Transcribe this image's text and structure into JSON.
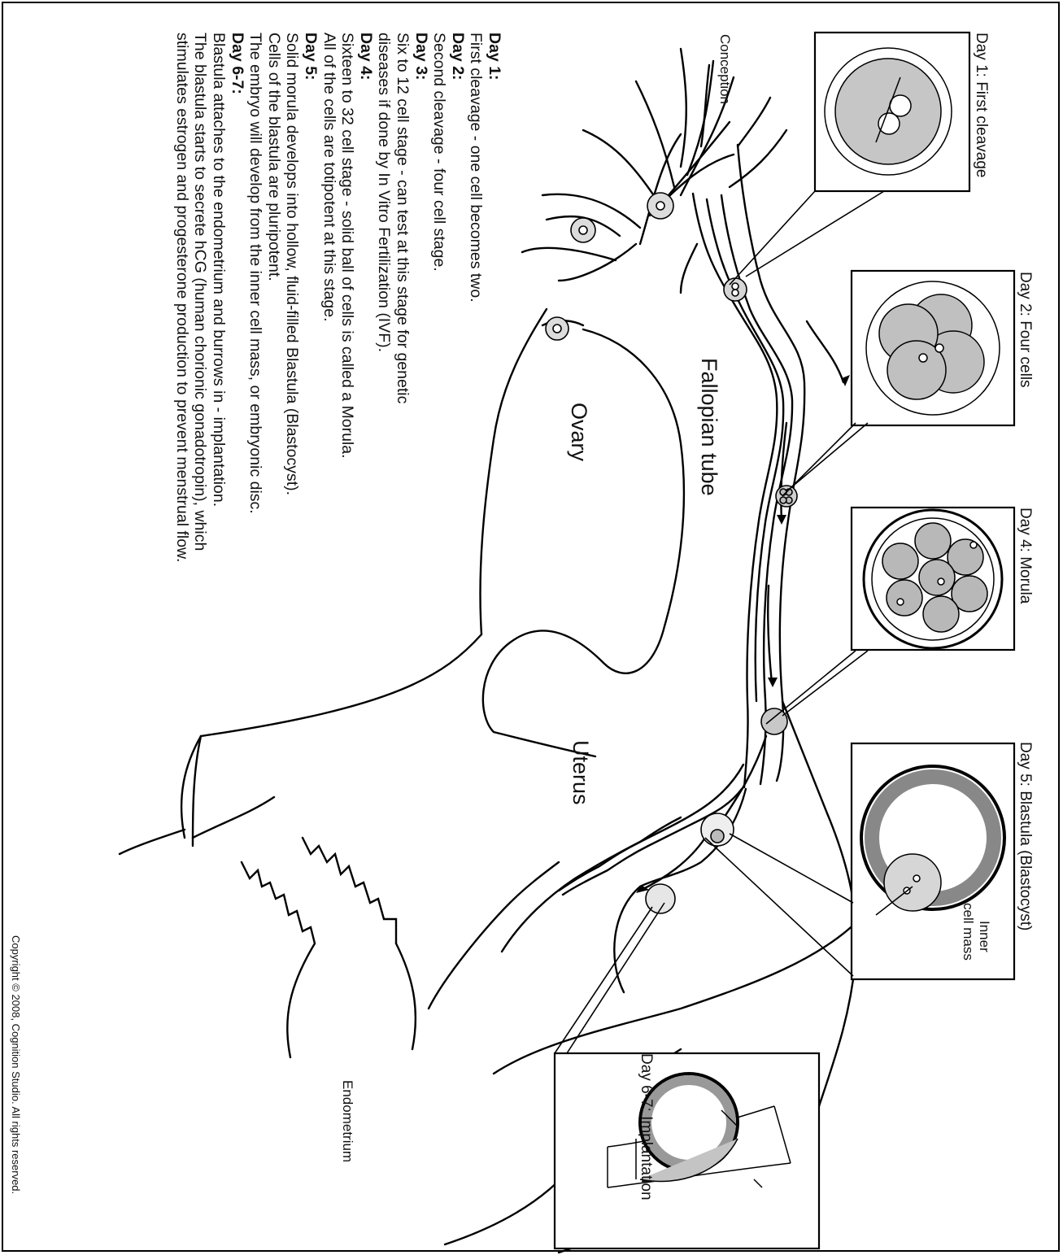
{
  "labels": {
    "box_day1": "Day 1: First cleavage",
    "box_day2": "Day 2: Four cells",
    "box_day4": "Day 4: Morula",
    "box_day5": "Day 5: Blastula (Blastocyst)",
    "box_day67": "Day 6-7: Implantation",
    "conception": "Conception",
    "fallopian_tube": "Fallopian tube",
    "ovary": "Ovary",
    "uterus": "Uterus",
    "inner_cell_mass_1": "Inner",
    "inner_cell_mass_2": "cell mass",
    "endometrium": "Endometrium"
  },
  "description": [
    {
      "day": "Day 1:",
      "lines": [
        "First cleavage - one cell becomes two."
      ]
    },
    {
      "day": "Day 2:",
      "lines": [
        "Second cleavage - four cell stage."
      ]
    },
    {
      "day": "Day 3:",
      "lines": [
        "Six to 12 cell stage - can test at this stage for genetic",
        "diseases if done by In Vitro Fertilization (IVF)."
      ]
    },
    {
      "day": "Day 4:",
      "lines": [
        "Sixteen to 32 cell stage - solid ball of cells is called a Morula.",
        "All of the cells are totipotent at this stage."
      ]
    },
    {
      "day": "Day 5:",
      "lines": [
        "Solid morula develops into hollow, fluid-filled Blastula (Blastocyst).",
        "Cells of the blastula are pluripotent.",
        "The embryo will develop from the inner cell mass, or embryonic disc."
      ]
    },
    {
      "day": "Day 6-7:",
      "lines": [
        "Blastula attaches to the endometrium and burrows in - implantation.",
        "The blastula starts to secrete hCG (human chorionic gonadotropin), which",
        "stimulates estrogen and progesterone production to prevent menstrual flow."
      ]
    }
  ],
  "copyright": "Copyright © 2008, Cognition Studio. All rights reserved.",
  "colors": {
    "cell_fill": "#bdbdbd",
    "cell_dark": "#8f8f8f",
    "line": "#000000"
  }
}
